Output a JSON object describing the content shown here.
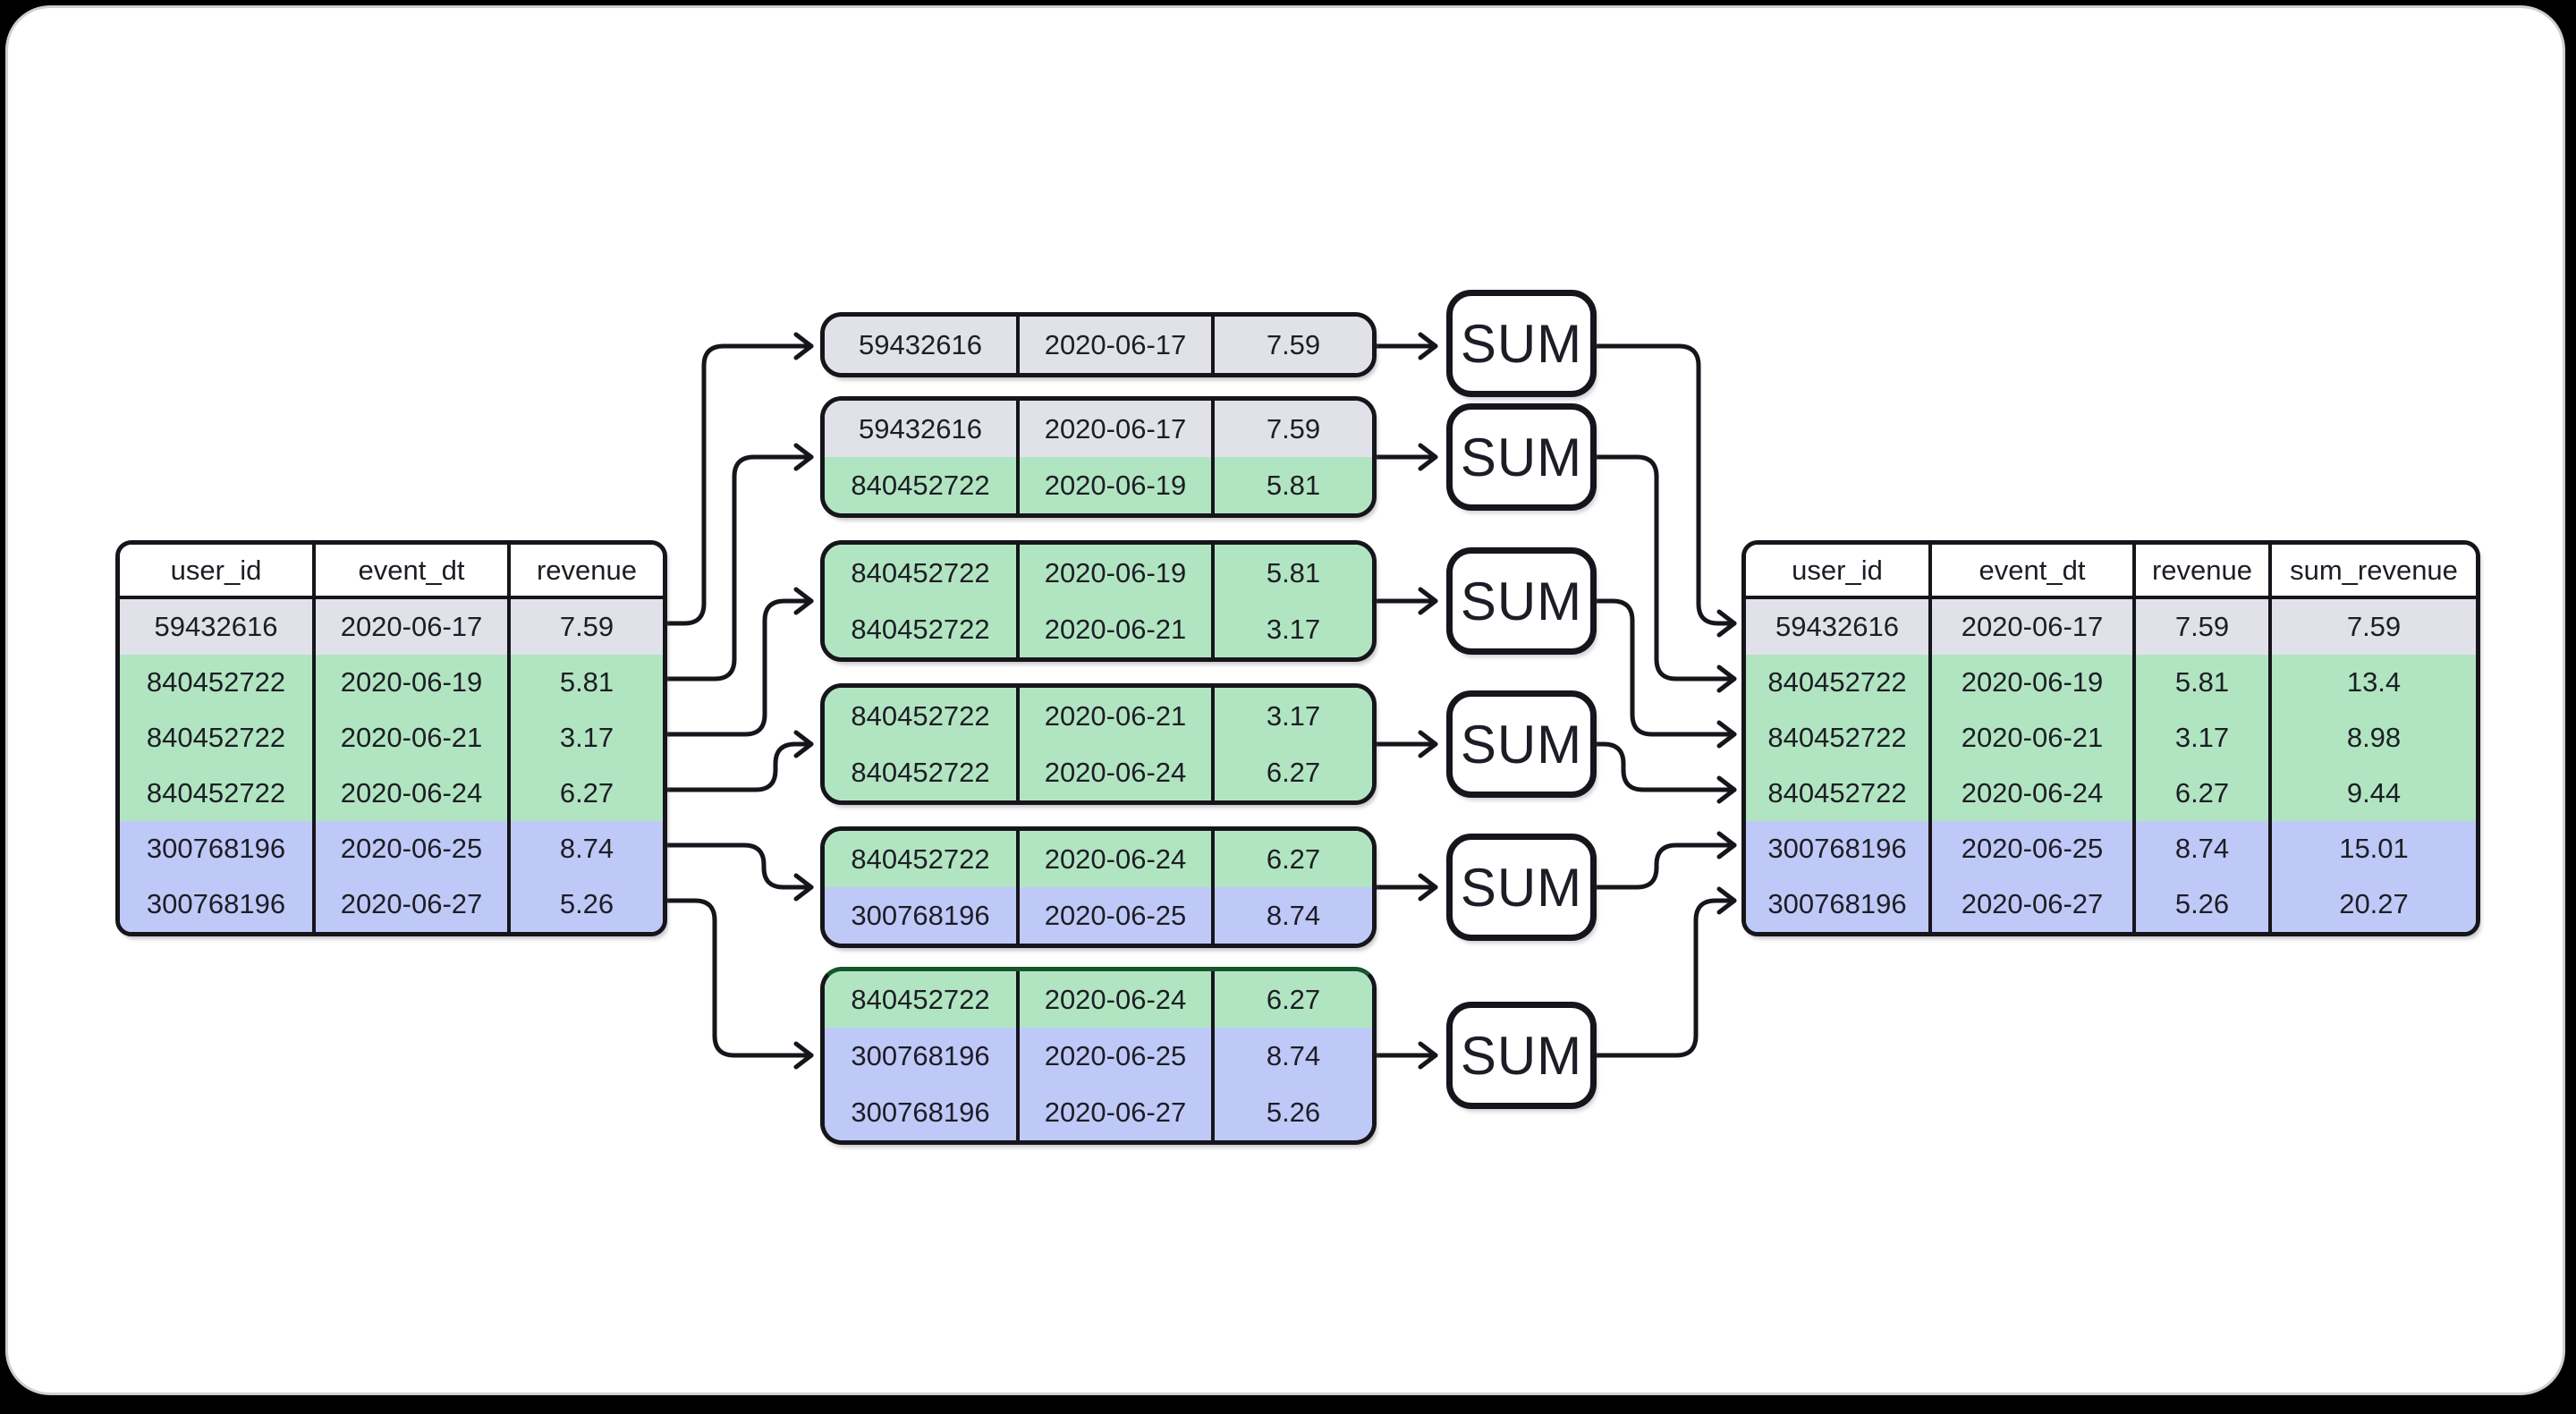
{
  "diagram": {
    "sum_label": "SUM",
    "colors": {
      "row_gray": "#e1e1ea",
      "row_green": "#b1e5c1",
      "row_blue": "#bfc9f7",
      "stroke": "#15151b",
      "window6_top_border": "#17552b",
      "canvas_bg": "#ffffff",
      "outer_bg": "#000000"
    },
    "source_table": {
      "columns": [
        "user_id",
        "event_dt",
        "revenue"
      ],
      "rows": [
        {
          "user_id": "59432616",
          "event_dt": "2020-06-17",
          "revenue": "7.59",
          "tone": "gray"
        },
        {
          "user_id": "840452722",
          "event_dt": "2020-06-19",
          "revenue": "5.81",
          "tone": "green"
        },
        {
          "user_id": "840452722",
          "event_dt": "2020-06-21",
          "revenue": "3.17",
          "tone": "green"
        },
        {
          "user_id": "840452722",
          "event_dt": "2020-06-24",
          "revenue": "6.27",
          "tone": "green"
        },
        {
          "user_id": "300768196",
          "event_dt": "2020-06-25",
          "revenue": "8.74",
          "tone": "blue"
        },
        {
          "user_id": "300768196",
          "event_dt": "2020-06-27",
          "revenue": "5.26",
          "tone": "blue"
        }
      ]
    },
    "window_tables": [
      {
        "rows": [
          {
            "user_id": "59432616",
            "event_dt": "2020-06-17",
            "revenue": "7.59",
            "tone": "gray"
          }
        ]
      },
      {
        "rows": [
          {
            "user_id": "59432616",
            "event_dt": "2020-06-17",
            "revenue": "7.59",
            "tone": "gray"
          },
          {
            "user_id": "840452722",
            "event_dt": "2020-06-19",
            "revenue": "5.81",
            "tone": "green"
          }
        ]
      },
      {
        "rows": [
          {
            "user_id": "840452722",
            "event_dt": "2020-06-19",
            "revenue": "5.81",
            "tone": "green"
          },
          {
            "user_id": "840452722",
            "event_dt": "2020-06-21",
            "revenue": "3.17",
            "tone": "green"
          }
        ]
      },
      {
        "rows": [
          {
            "user_id": "840452722",
            "event_dt": "2020-06-21",
            "revenue": "3.17",
            "tone": "green"
          },
          {
            "user_id": "840452722",
            "event_dt": "2020-06-24",
            "revenue": "6.27",
            "tone": "green"
          }
        ]
      },
      {
        "rows": [
          {
            "user_id": "840452722",
            "event_dt": "2020-06-24",
            "revenue": "6.27",
            "tone": "green"
          },
          {
            "user_id": "300768196",
            "event_dt": "2020-06-25",
            "revenue": "8.74",
            "tone": "blue"
          }
        ]
      },
      {
        "rows": [
          {
            "user_id": "840452722",
            "event_dt": "2020-06-24",
            "revenue": "6.27",
            "tone": "green"
          },
          {
            "user_id": "300768196",
            "event_dt": "2020-06-25",
            "revenue": "8.74",
            "tone": "blue"
          },
          {
            "user_id": "300768196",
            "event_dt": "2020-06-27",
            "revenue": "5.26",
            "tone": "blue"
          }
        ]
      }
    ],
    "result_table": {
      "columns": [
        "user_id",
        "event_dt",
        "revenue",
        "sum_revenue"
      ],
      "rows": [
        {
          "user_id": "59432616",
          "event_dt": "2020-06-17",
          "revenue": "7.59",
          "sum_revenue": "7.59",
          "tone": "gray"
        },
        {
          "user_id": "840452722",
          "event_dt": "2020-06-19",
          "revenue": "5.81",
          "sum_revenue": "13.4",
          "tone": "green"
        },
        {
          "user_id": "840452722",
          "event_dt": "2020-06-21",
          "revenue": "3.17",
          "sum_revenue": "8.98",
          "tone": "green"
        },
        {
          "user_id": "840452722",
          "event_dt": "2020-06-24",
          "revenue": "6.27",
          "sum_revenue": "9.44",
          "tone": "green"
        },
        {
          "user_id": "300768196",
          "event_dt": "2020-06-25",
          "revenue": "8.74",
          "sum_revenue": "15.01",
          "tone": "blue"
        },
        {
          "user_id": "300768196",
          "event_dt": "2020-06-27",
          "revenue": "5.26",
          "sum_revenue": "20.27",
          "tone": "blue"
        }
      ]
    }
  }
}
